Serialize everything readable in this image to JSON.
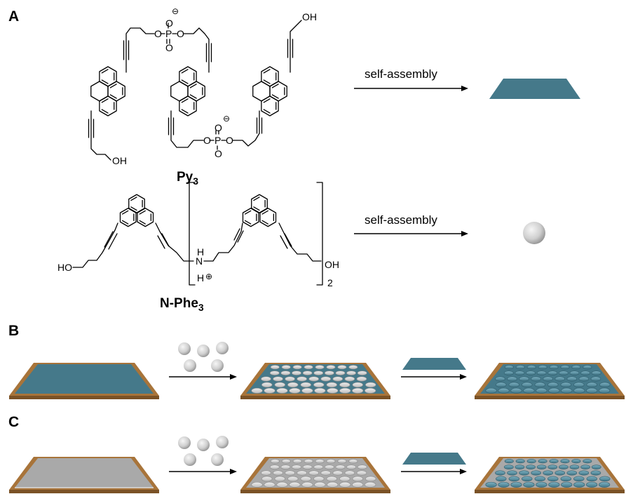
{
  "panels": {
    "a": "A",
    "b": "B",
    "c": "C"
  },
  "compounds": {
    "py3": {
      "name": "Py",
      "subscript": "3"
    },
    "nphe3": {
      "name": "N-Phe",
      "subscript": "3"
    }
  },
  "atoms": {
    "oh": "OH",
    "ho": "HO",
    "o": "O",
    "p": "P",
    "h": "H",
    "n": "N",
    "minus": "⊖",
    "plus": "⊕",
    "repeat": "2"
  },
  "arrows": {
    "py3_label": "self-assembly",
    "nphe3_label": "self-assembly"
  },
  "colors": {
    "sheet": "#45798a",
    "sheet_dark": "#2f5c6b",
    "wood": "#a8743a",
    "wood_dark": "#7a5226",
    "grey_surface": "#a9a9a9",
    "sphere_light": "#f4f4f4",
    "sphere_dark": "#9a9a9a"
  }
}
